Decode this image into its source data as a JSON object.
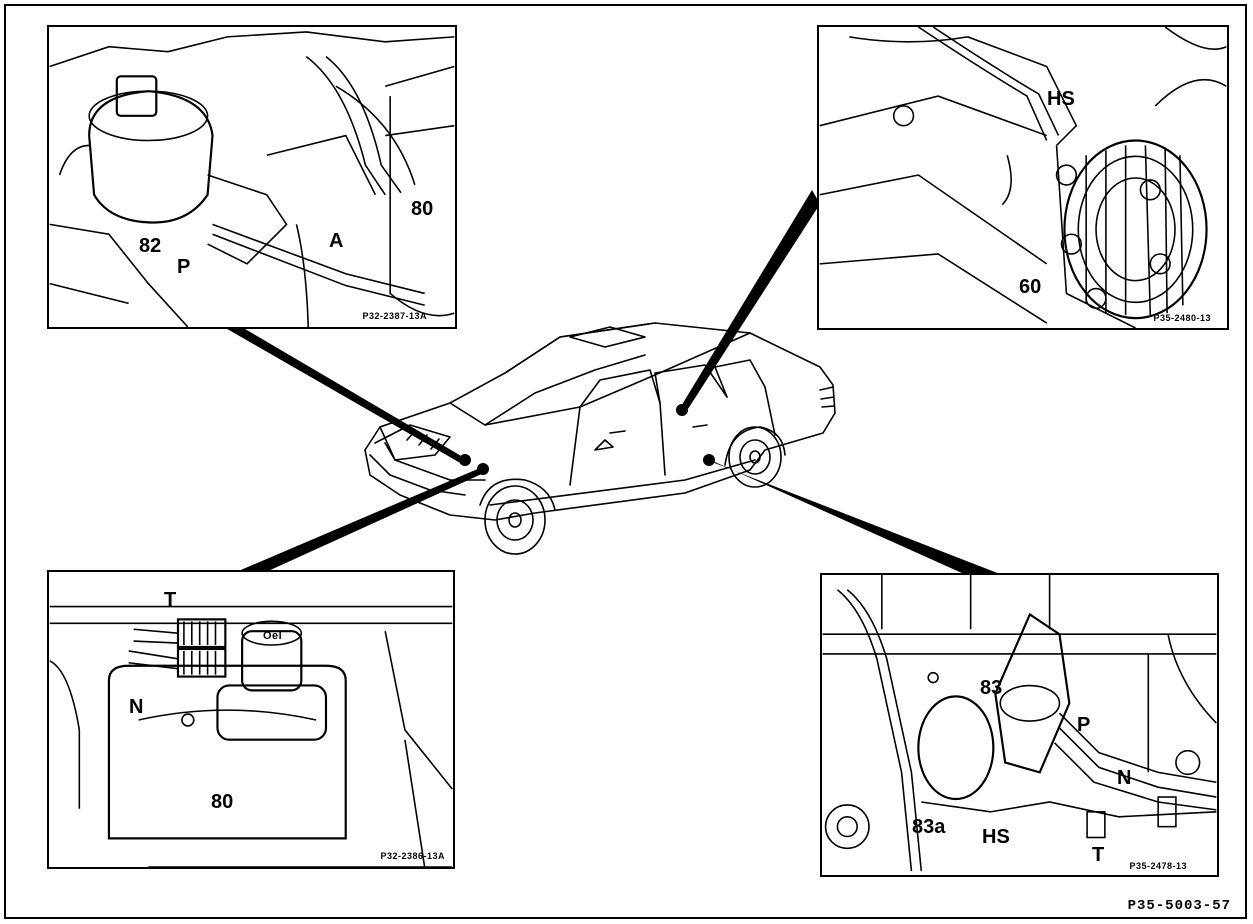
{
  "figure_code": "P35-5003-57",
  "panels": {
    "top_left": {
      "code": "P32-2387-13A",
      "labels": {
        "a": "82",
        "b": "P",
        "c": "A",
        "d": "80"
      }
    },
    "top_right": {
      "code": "P35-2480-13",
      "labels": {
        "a": "HS",
        "b": "60"
      }
    },
    "bottom_left": {
      "code": "P32-2386-13A",
      "labels": {
        "a": "T",
        "b": "N",
        "c": "80",
        "d": "Oel"
      }
    },
    "bottom_right": {
      "code": "P35-2478-13",
      "labels": {
        "a": "83",
        "b": "P",
        "c": "N",
        "d": "83a",
        "e": "HS",
        "f": "T"
      }
    }
  }
}
